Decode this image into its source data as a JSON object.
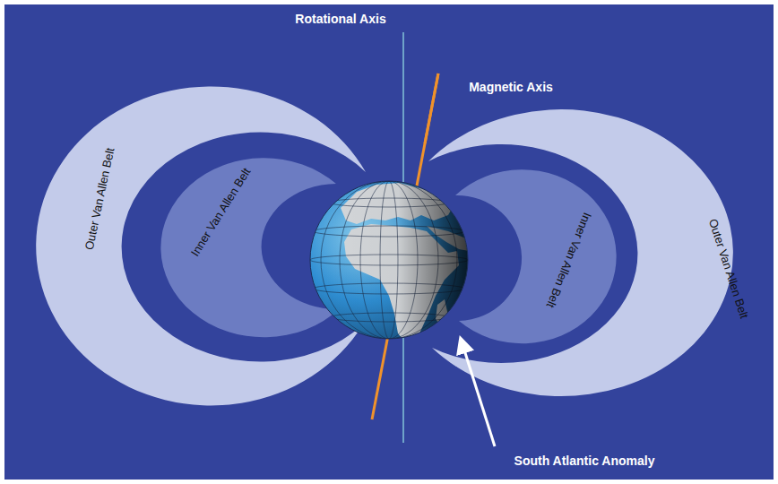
{
  "diagram": {
    "labels": [
      "Rotational Axis",
      "Magnetic Axis",
      "Outer Van Allen Belt",
      "Inner Van Allen Belt",
      "Inner Van Allen Belt",
      "Outer Van Allen Belt",
      "South Atlantic Anomaly"
    ]
  }
}
